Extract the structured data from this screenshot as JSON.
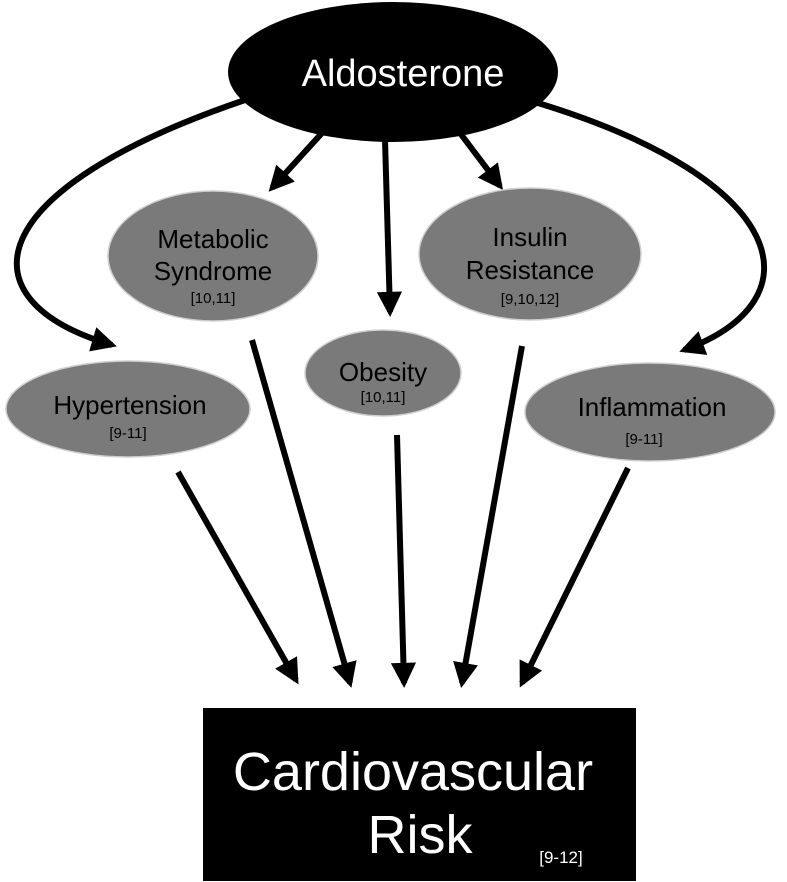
{
  "source": {
    "label": "Aldosterone"
  },
  "intermediates": {
    "metabolic_syndrome": {
      "line1": "Metabolic",
      "line2": "Syndrome",
      "ref": "[10,11]"
    },
    "insulin_resistance": {
      "line1": "Insulin",
      "line2": "Resistance",
      "ref": "[9,10,12]"
    },
    "obesity": {
      "label": "Obesity",
      "ref": "[10,11]"
    },
    "hypertension": {
      "label": "Hypertension",
      "ref": "[9-11]"
    },
    "inflammation": {
      "label": "Inflammation",
      "ref": "[9-11]"
    }
  },
  "outcome": {
    "line1": "Cardiovascular",
    "line2": "Risk",
    "ref": "[9-12]"
  },
  "colors": {
    "source_fill": "#000000",
    "intermediate_fill": "#7a7a7a",
    "outcome_fill": "#000000",
    "arrow": "#000000"
  }
}
